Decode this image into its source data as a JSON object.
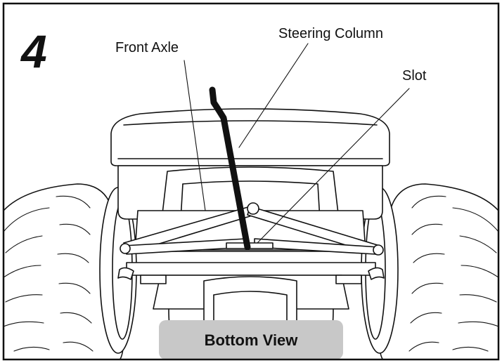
{
  "step_number": "4",
  "labels": {
    "front_axle": "Front Axle",
    "steering_column": "Steering Column",
    "slot": "Slot"
  },
  "caption": "Bottom View",
  "colors": {
    "line": "#111111",
    "caption_box": "#c8c8c8",
    "background": "#ffffff"
  }
}
